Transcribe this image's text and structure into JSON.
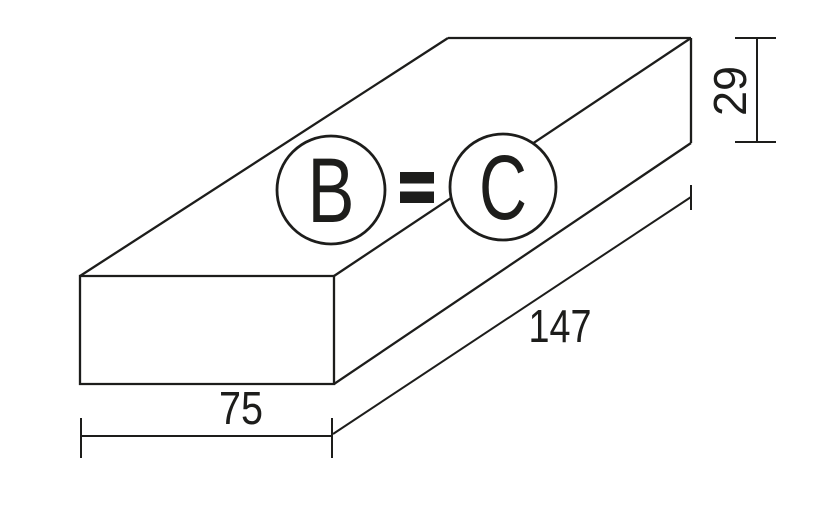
{
  "drawing": {
    "markers": {
      "left": "B",
      "relation": "=",
      "right": "C"
    },
    "dimensions": {
      "height": "29",
      "length": "147",
      "width": "75"
    }
  },
  "colors": {
    "ink": "#1d1d1b",
    "background": "#ffffff"
  }
}
